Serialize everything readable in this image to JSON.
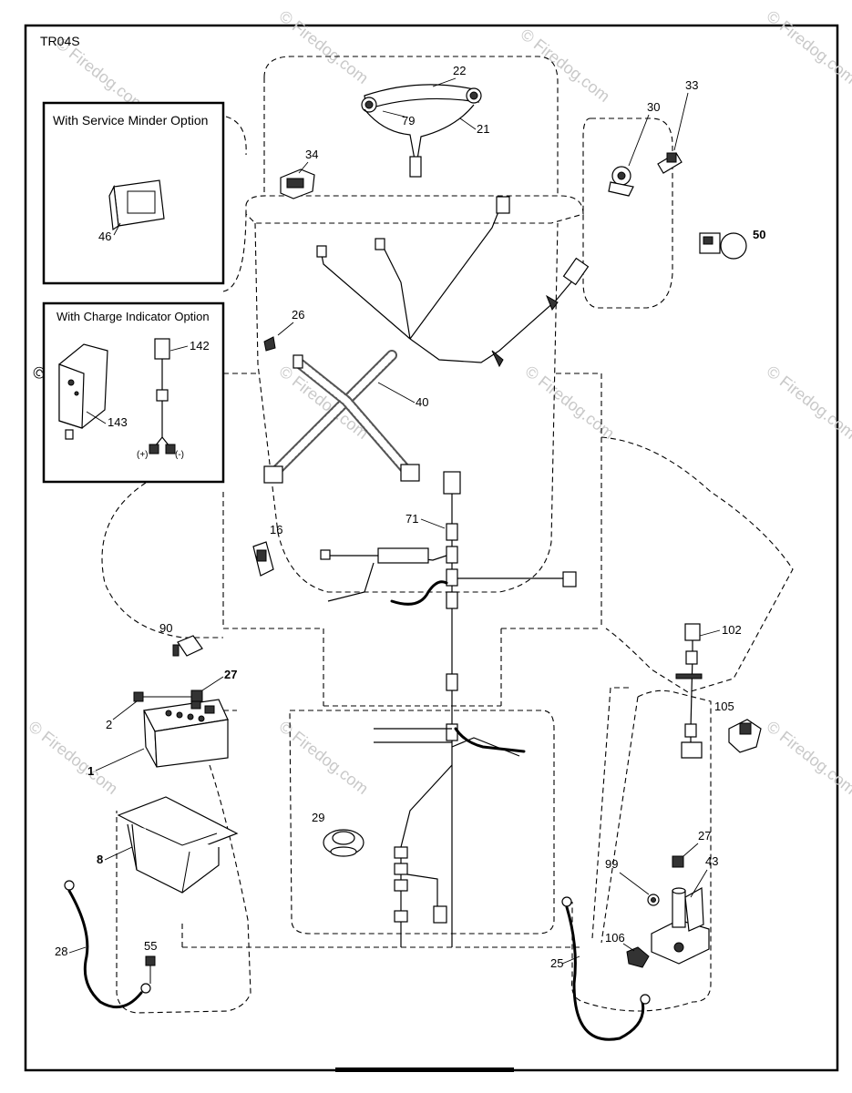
{
  "diagram_code": "TR04S",
  "watermark": "© Firedog.com",
  "insets": {
    "service_minder": {
      "title": "With Service Minder Option",
      "parts": [
        "46"
      ]
    },
    "charge_indicator": {
      "title": "With Charge Indicator Option",
      "parts": [
        "142",
        "143"
      ],
      "plus": "(+)",
      "minus": "(-)"
    }
  },
  "labels": {
    "p1": "1",
    "p2": "2",
    "p8": "8",
    "p16": "16",
    "p21": "21",
    "p22": "22",
    "p25": "25",
    "p26": "26",
    "p27a": "27",
    "p27b": "27",
    "p28": "28",
    "p29": "29",
    "p30": "30",
    "p33": "33",
    "p34": "34",
    "p40": "40",
    "p43": "43",
    "p50": "50",
    "p55": "55",
    "p71": "71",
    "p79": "79",
    "p90": "90",
    "p99": "99",
    "p102": "102",
    "p105": "105",
    "p106": "106"
  }
}
